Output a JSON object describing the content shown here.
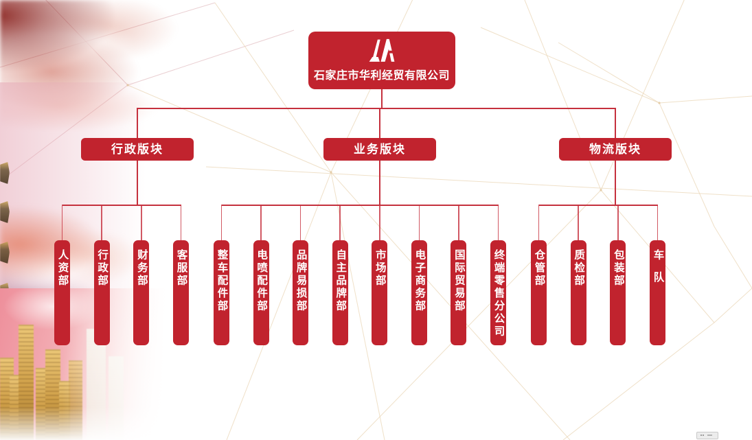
{
  "company": {
    "name": "石家庄市华利经贸有限公司",
    "logo_icon": "twin-peaks-logo"
  },
  "groups": [
    {
      "label": "行政版块",
      "departments": [
        "人资部",
        "行政部",
        "财务部",
        "客服部"
      ]
    },
    {
      "label": "业务版块",
      "departments": [
        "整车配件部",
        "电喷配件部",
        "品牌易损部",
        "自主品牌部",
        "市场部",
        "电子商务部",
        "国际贸易部",
        "终端零售分公司"
      ]
    },
    {
      "label": "物流版块",
      "departments": [
        "仓管部",
        "质检部",
        "包装部",
        "车队"
      ]
    }
  ],
  "colors": {
    "primary": "#c1232e",
    "connector": "#c5303d",
    "mesh": "#eedcc6"
  }
}
